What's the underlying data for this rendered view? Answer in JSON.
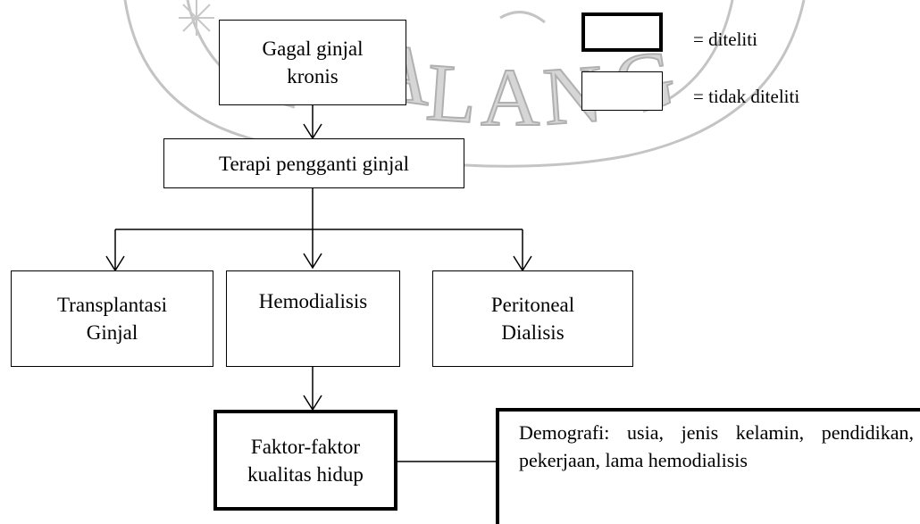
{
  "nodes": {
    "ckd": "Gagal ginjal\nkronis",
    "therapy": "Terapi pengganti ginjal",
    "transplant": "Transplantasi\nGinjal",
    "hemodialysis": "Hemodialisis",
    "peritoneal": "Peritoneal\nDialisis",
    "factors": "Faktor-faktor\nkualitas hidup",
    "demographics": "Demografi: usia, jenis kelamin, pendidikan, pekerjaan, lama hemodialisis"
  },
  "legend": {
    "studied": "= diteliti",
    "not_studied": "= tidak diteliti"
  },
  "colors": {
    "line": "#000000",
    "watermark": "#b8b8b8"
  }
}
